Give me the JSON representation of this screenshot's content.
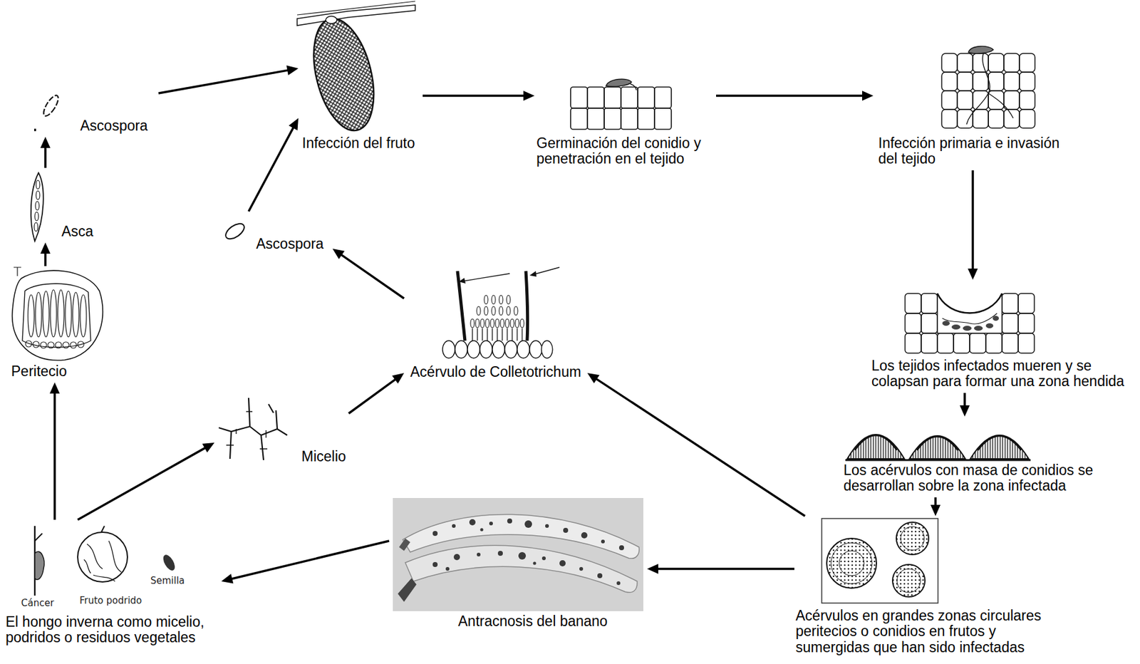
{
  "diagram": {
    "nodes": [
      {
        "text": [
          "Ascospora"
        ]
      },
      {
        "text": [
          "Infección del fruto"
        ]
      },
      {
        "text": [
          "Germinación del conidio y penetración en el tejido"
        ]
      },
      {
        "text": [
          "Infección primaria e invasión del tejido"
        ]
      },
      {
        "text": [
          "Asca"
        ]
      },
      {
        "text": [
          "Ascospora"
        ]
      },
      {
        "text": [
          "Acérvulo de Colletotrichum"
        ]
      },
      {
        "text": [
          "Peritecio"
        ]
      },
      {
        "text": [
          "Los tejidos infectados mueren y se colapsan para formar una zona hendida"
        ]
      },
      {
        "text": [
          "Micelio"
        ]
      },
      {
        "text": [
          "Los acérvulos con masa de conidios se desarrollan sobre la zona infectada"
        ]
      },
      {
        "text": [
          "El hongo inverna como micelio, podridos o residuos vegetales"
        ]
      },
      {
        "text": [
          "Antracnosis del banano"
        ]
      },
      {
        "text": [
          "Acérvulos en grandes zonas circulares peritecios o conidios en frutos y sumergidas que han sido infectadas"
        ]
      }
    ],
    "edges": [
      {
        "from": 7,
        "to": 4,
        "arrow": "to"
      },
      {
        "from": 4,
        "to": 0,
        "arrow": "to"
      },
      {
        "from": 0,
        "to": 1,
        "arrow": "to"
      },
      {
        "from": 5,
        "to": 1,
        "arrow": "to"
      },
      {
        "from": 1,
        "to": 2,
        "arrow": "to"
      },
      {
        "from": 2,
        "to": 3,
        "arrow": "to"
      },
      {
        "from": 3,
        "to": 8,
        "arrow": "to"
      },
      {
        "from": 8,
        "to": 10,
        "arrow": "to"
      },
      {
        "from": 10,
        "to": 13,
        "arrow": "to"
      },
      {
        "from": 13,
        "to": 12,
        "arrow": "to"
      },
      {
        "from": 13,
        "to": 6,
        "arrow": "to"
      },
      {
        "from": 12,
        "to": 11,
        "arrow": "to"
      },
      {
        "from": 11,
        "to": 7,
        "arrow": "to"
      },
      {
        "from": 11,
        "to": 9,
        "arrow": "to"
      },
      {
        "from": 9,
        "to": 6,
        "arrow": "to"
      },
      {
        "from": 6,
        "to": 5,
        "arrow": "to"
      }
    ],
    "labels": [
      "Cáncer",
      "Fruto podrido",
      "Semilla"
    ]
  }
}
